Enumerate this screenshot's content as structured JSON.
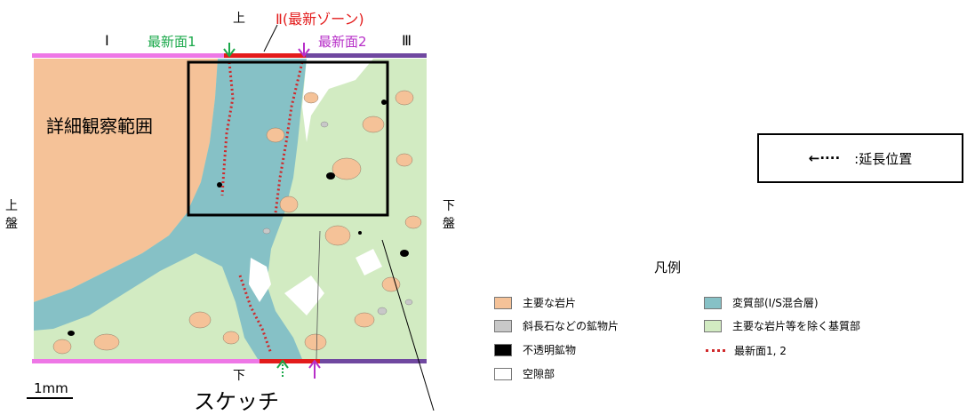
{
  "labels": {
    "zone_i": "Ⅰ",
    "zone_ii": "Ⅱ(最新ゾーン)",
    "zone_iii": "Ⅲ",
    "top": "上",
    "bottom": "下",
    "upper_plate": "上盤",
    "lower_plate": "下盤",
    "newest_surface_1": "最新面1",
    "newest_surface_2": "最新面2",
    "detail_area": "詳細観察範囲",
    "scale": "1mm",
    "sketch_title": "スケッチ"
  },
  "extension_box": {
    "arrow": "←····",
    "text": ":延長位置"
  },
  "legend": {
    "title": "凡例",
    "items": [
      {
        "label": "主要な岩片",
        "color": "#f5c298"
      },
      {
        "label": "斜長石などの鉱物片",
        "color": "#c8c8c8"
      },
      {
        "label": "不透明鉱物",
        "color": "#000000"
      },
      {
        "label": "空隙部",
        "color": "#ffffff"
      },
      {
        "label": "変質部(I/S混合層)",
        "color": "#86c1c6"
      },
      {
        "label": "主要な岩片等を除く基質部",
        "color": "#d2ebc2"
      },
      {
        "label": "最新面1, 2",
        "color": "#d0282a"
      }
    ]
  },
  "colors": {
    "zone_i_bar": "#ee77e6",
    "zone_ii_bar": "#e31b1b",
    "zone_iii_bar": "#7048a0",
    "newest_1_arrow": "#1aa84a",
    "newest_2_arrow": "#b72fc8",
    "zone_ii_text": "#e31b1b"
  }
}
